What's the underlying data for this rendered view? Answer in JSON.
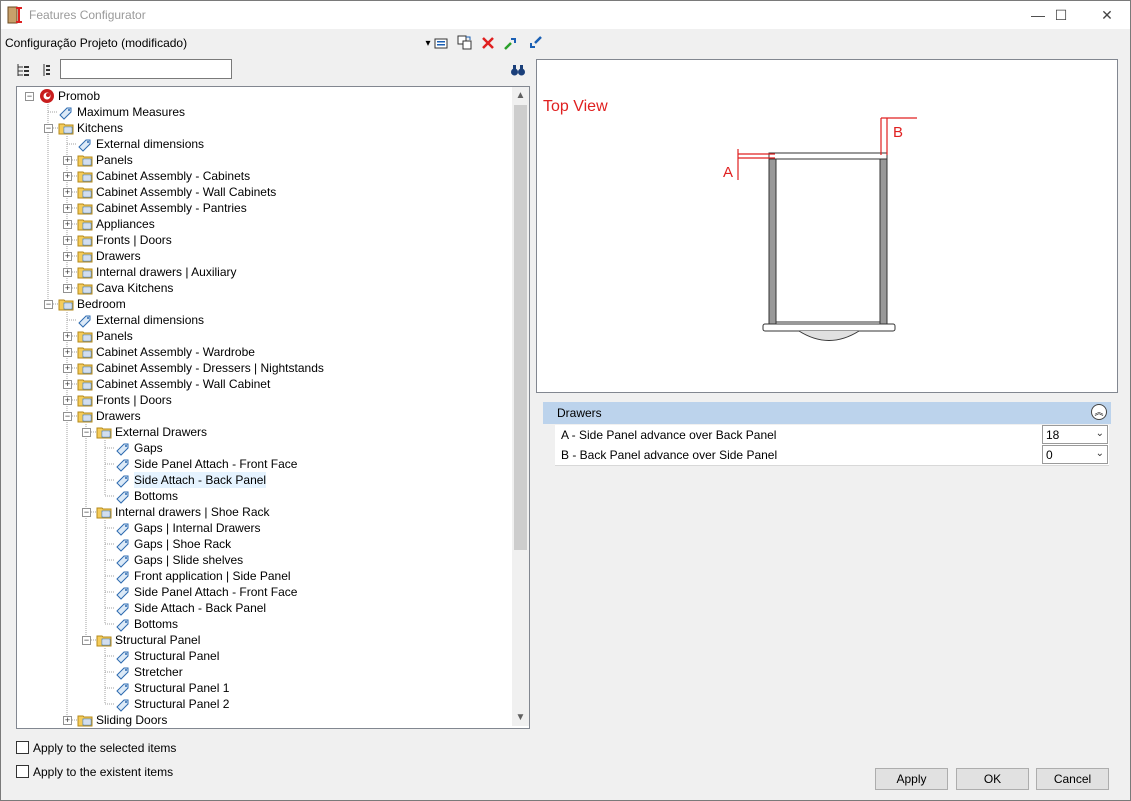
{
  "window": {
    "title": "Features Configurator",
    "minimize_glyph": "—",
    "maximize_glyph": "☐",
    "close_glyph": "✕"
  },
  "toolbar": {
    "config_label": "Configuração Projeto (modificado)",
    "dropdown_glyph": "▾"
  },
  "search": {
    "value": ""
  },
  "tree": [
    {
      "label": "Promob",
      "icon": "promob-logo-icon",
      "expander": "−",
      "level": 0
    },
    {
      "label": "Maximum Measures",
      "icon": "tag-icon",
      "level": 1
    },
    {
      "label": "Kitchens",
      "icon": "folder-icon",
      "expander": "−",
      "level": 1
    },
    {
      "label": "External dimensions",
      "icon": "tag-icon",
      "level": 2
    },
    {
      "label": "Panels",
      "icon": "folder-icon",
      "expander": "+",
      "level": 2
    },
    {
      "label": "Cabinet Assembly - Cabinets",
      "icon": "folder-icon",
      "expander": "+",
      "level": 2
    },
    {
      "label": "Cabinet Assembly - Wall Cabinets",
      "icon": "folder-icon",
      "expander": "+",
      "level": 2
    },
    {
      "label": "Cabinet Assembly - Pantries",
      "icon": "folder-icon",
      "expander": "+",
      "level": 2
    },
    {
      "label": "Appliances",
      "icon": "folder-icon",
      "expander": "+",
      "level": 2
    },
    {
      "label": "Fronts | Doors",
      "icon": "folder-icon",
      "expander": "+",
      "level": 2
    },
    {
      "label": "Drawers",
      "icon": "folder-icon",
      "expander": "+",
      "level": 2
    },
    {
      "label": "Internal drawers | Auxiliary",
      "icon": "folder-icon",
      "expander": "+",
      "level": 2
    },
    {
      "label": "Cava Kitchens",
      "icon": "folder-icon",
      "expander": "+",
      "level": 2
    },
    {
      "label": "Bedroom",
      "icon": "folder-icon",
      "expander": "−",
      "level": 1
    },
    {
      "label": "External dimensions",
      "icon": "tag-icon",
      "level": 2
    },
    {
      "label": "Panels",
      "icon": "folder-icon",
      "expander": "+",
      "level": 2
    },
    {
      "label": "Cabinet Assembly - Wardrobe",
      "icon": "folder-icon",
      "expander": "+",
      "level": 2
    },
    {
      "label": "Cabinet Assembly - Dressers | Nightstands",
      "icon": "folder-icon",
      "expander": "+",
      "level": 2
    },
    {
      "label": "Cabinet Assembly - Wall Cabinet",
      "icon": "folder-icon",
      "expander": "+",
      "level": 2
    },
    {
      "label": "Fronts | Doors",
      "icon": "folder-icon",
      "expander": "+",
      "level": 2
    },
    {
      "label": "Drawers",
      "icon": "folder-icon",
      "expander": "−",
      "level": 2
    },
    {
      "label": "External Drawers",
      "icon": "folder-icon",
      "expander": "−",
      "level": 3
    },
    {
      "label": "Gaps",
      "icon": "tag-icon",
      "level": 4
    },
    {
      "label": "Side Panel Attach - Front Face",
      "icon": "tag-icon",
      "level": 4
    },
    {
      "label": "Side Attach - Back Panel",
      "icon": "tag-icon",
      "level": 4,
      "selected": true
    },
    {
      "label": "Bottoms",
      "icon": "tag-icon",
      "level": 4
    },
    {
      "label": "Internal drawers | Shoe Rack",
      "icon": "folder-icon",
      "expander": "−",
      "level": 3
    },
    {
      "label": "Gaps | Internal Drawers",
      "icon": "tag-icon",
      "level": 4
    },
    {
      "label": "Gaps | Shoe Rack",
      "icon": "tag-icon",
      "level": 4
    },
    {
      "label": "Gaps | Slide shelves",
      "icon": "tag-icon",
      "level": 4
    },
    {
      "label": "Front application | Side Panel",
      "icon": "tag-icon",
      "level": 4
    },
    {
      "label": "Side Panel Attach - Front Face",
      "icon": "tag-icon",
      "level": 4
    },
    {
      "label": "Side Attach - Back Panel",
      "icon": "tag-icon",
      "level": 4
    },
    {
      "label": "Bottoms",
      "icon": "tag-icon",
      "level": 4
    },
    {
      "label": "Structural Panel",
      "icon": "folder-icon",
      "expander": "−",
      "level": 3
    },
    {
      "label": "Structural Panel",
      "icon": "tag-icon",
      "level": 4
    },
    {
      "label": "Stretcher",
      "icon": "tag-icon",
      "level": 4
    },
    {
      "label": "Structural Panel 1",
      "icon": "tag-icon",
      "level": 4
    },
    {
      "label": "Structural Panel 2",
      "icon": "tag-icon",
      "level": 4
    },
    {
      "label": "Sliding Doors",
      "icon": "folder-icon",
      "expander": "+",
      "level": 2
    }
  ],
  "preview": {
    "title": "Top View",
    "label_a": "A",
    "label_b": "B",
    "accent_color": "#e02020"
  },
  "properties": {
    "group_label": "Drawers",
    "rows": [
      {
        "label": "A - Side Panel advance over Back Panel",
        "value": "18"
      },
      {
        "label": "B - Back Panel advance over Side Panel",
        "value": "0"
      }
    ]
  },
  "options": {
    "apply_selected": "Apply to the selected items",
    "apply_existent": "Apply to the existent items"
  },
  "buttons": {
    "apply": "Apply",
    "ok": "OK",
    "cancel": "Cancel"
  }
}
